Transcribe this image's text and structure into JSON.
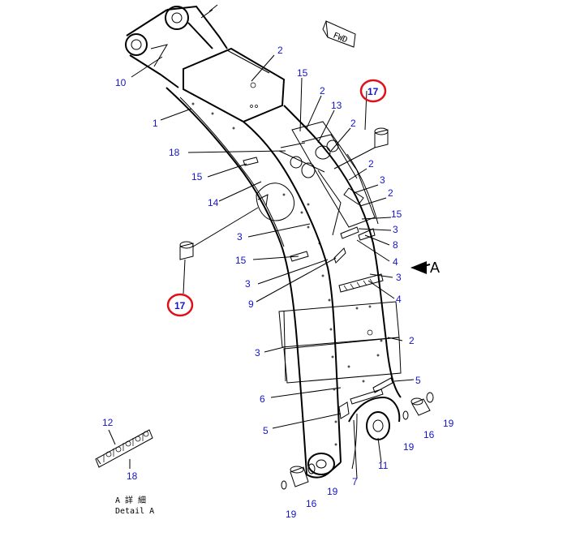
{
  "callouts": {
    "c1": "1",
    "c2a": "2",
    "c2b": "2",
    "c2c": "2",
    "c2d": "2",
    "c2e": "2",
    "c2f": "2",
    "c3a": "3",
    "c3b": "3",
    "c3c": "3",
    "c3d": "3",
    "c3e": "3",
    "c3f": "3",
    "c4a": "4",
    "c4b": "4",
    "c5a": "5",
    "c5b": "5",
    "c6": "6",
    "c7": "7",
    "c8": "8",
    "c9": "9",
    "c10": "10",
    "c11": "11",
    "c12": "12",
    "c13": "13",
    "c14": "14",
    "c15a": "15",
    "c15b": "15",
    "c15c": "15",
    "c15d": "15",
    "c16a": "16",
    "c16b": "16",
    "c17a": "17",
    "c17b": "17",
    "c18a": "18",
    "c18b": "18",
    "c19a": "19",
    "c19b": "19",
    "c19c": "19",
    "c19d": "19"
  },
  "fwd_label": "FWD",
  "view_arrow_label": "A",
  "detail_caption_jp": "A 詳 細",
  "detail_caption_en": "Detail A",
  "colors": {
    "callout": "#1414c8",
    "highlight_ring": "#e0101a",
    "line": "#000000"
  }
}
